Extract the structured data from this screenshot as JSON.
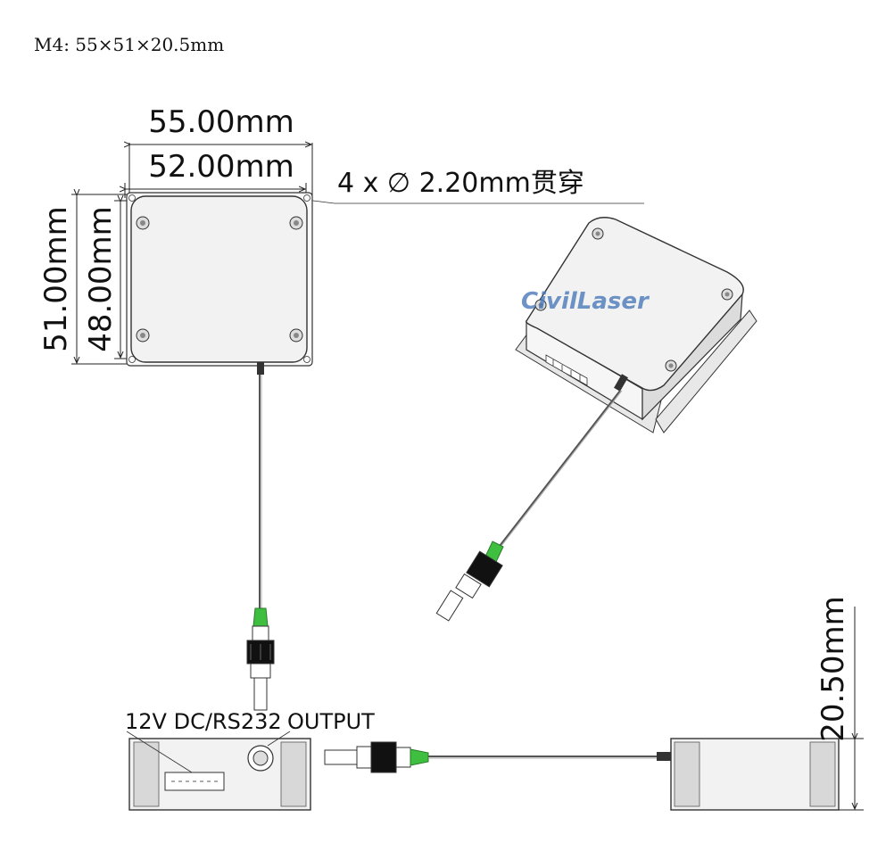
{
  "title": "M4: 55×51×20.5mm",
  "dimensions": {
    "width_outer": "55.00mm",
    "width_inner": "52.00mm",
    "height_outer": "51.00mm",
    "height_inner": "48.00mm",
    "holes": "4 x ∅ 2.20mm贯穿",
    "thickness": "20.50mm"
  },
  "labels": {
    "connector": "12V DC/RS232",
    "output": "OUTPUT"
  },
  "watermark": "CivilLaser",
  "colors": {
    "body_fill": "#f2f2f2",
    "outline": "#333333",
    "fiber_boot": "#3fbf3f",
    "watermark": "#4a78b8"
  }
}
